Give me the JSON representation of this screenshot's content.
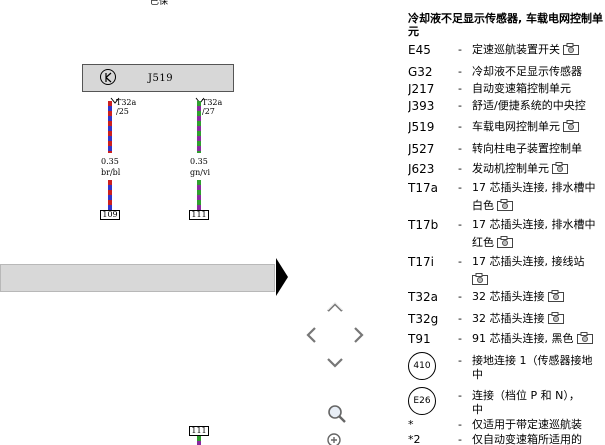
{
  "diagram": {
    "top_strip": "已保",
    "unit_label": "J519",
    "wires": [
      {
        "pin_connector": "T32a",
        "pin_number": "/25",
        "gauge": "0.35",
        "color": "br/bl",
        "ref": "109"
      },
      {
        "pin_connector": "T32a",
        "pin_number": "/27",
        "gauge": "0.35",
        "color": "gn/vi",
        "ref": "111"
      }
    ],
    "bottom_ref": "111"
  },
  "legend": {
    "title": "冷却液不足显示传感器, 车载电网控制单元",
    "rows": [
      {
        "code": "E45",
        "desc": "定速巡航装置开关",
        "cam": true
      },
      {
        "code": "G32",
        "desc": "冷却液不足显示传感器",
        "cam": false
      },
      {
        "code": "J217",
        "desc": "自动变速箱控制单元",
        "cam": false
      },
      {
        "code": "J393",
        "desc": "舒适/便捷系统的中央控",
        "cam": false
      },
      {
        "code": "J519",
        "desc": "车载电网控制单元",
        "cam": true
      },
      {
        "code": "J527",
        "desc": "转向柱电子装置控制单",
        "cam": false
      },
      {
        "code": "J623",
        "desc": "发动机控制单元",
        "cam": true
      },
      {
        "code": "T17a",
        "desc": "17 芯插头连接, 排水槽中",
        "desc2": "白色",
        "cam": true
      },
      {
        "code": "T17b",
        "desc": "17 芯插头连接, 排水槽中",
        "desc2": "红色",
        "cam": true
      },
      {
        "code": "T17i",
        "desc": "17 芯插头连接, 接线站",
        "desc2": "",
        "cam": true
      },
      {
        "code": "T32a",
        "desc": "32 芯插头连接",
        "cam": true
      },
      {
        "code": "T32g",
        "desc": "32 芯插头连接",
        "cam": true
      },
      {
        "code": "T91",
        "desc": "91 芯插头连接, 黑色",
        "cam": true
      }
    ],
    "circle_rows": [
      {
        "code": "410",
        "desc": "接地连接 1（传感器接地",
        "desc2": "中"
      },
      {
        "code": "E26",
        "desc": "连接（档位 P 和 N），",
        "desc2": "中"
      }
    ],
    "star_rows": [
      {
        "code": "*",
        "desc": "仅适用于带定速巡航装"
      },
      {
        "code": "*2",
        "desc": "仅自动变速箱所适用的"
      }
    ]
  }
}
